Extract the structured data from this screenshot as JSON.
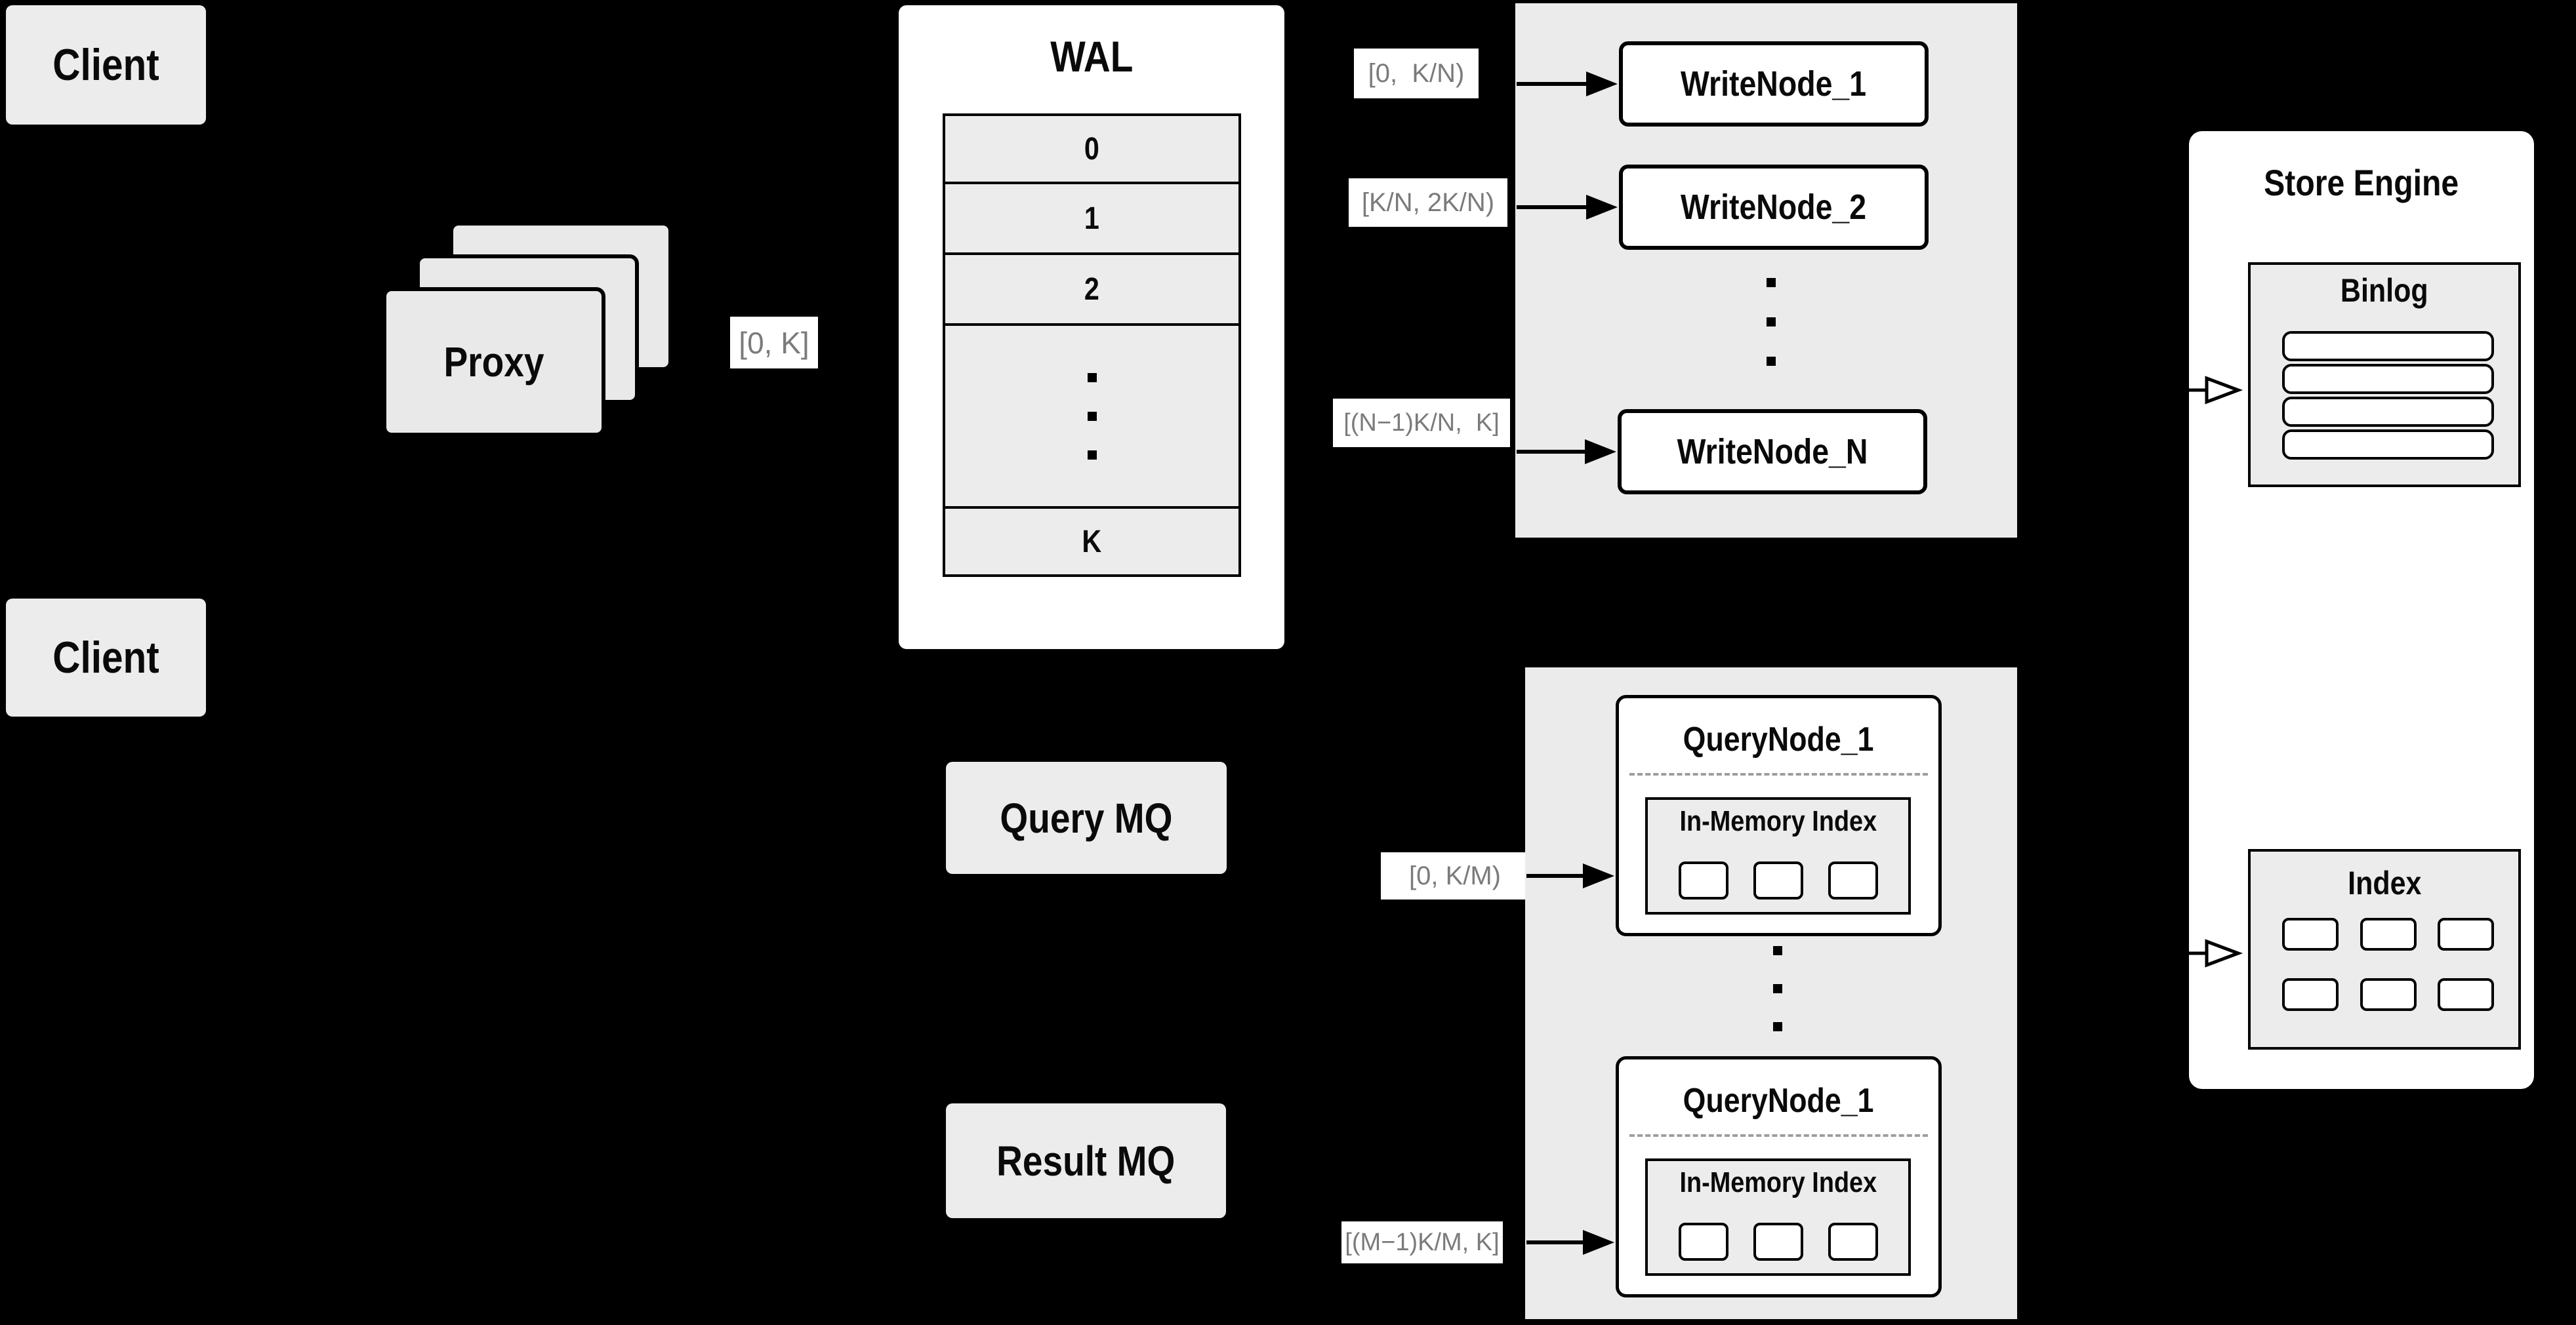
{
  "colors": {
    "background": "#000000",
    "box_fill": "#ececec",
    "container_fill": "#ebebeb",
    "node_fill": "#ffffff",
    "border": "#000000",
    "edge_label_text": "#7b7b7b",
    "dashed_divider": "#9e9e9e"
  },
  "clients": [
    {
      "label": "Client"
    },
    {
      "label": "Client"
    }
  ],
  "proxy": {
    "label": "Proxy"
  },
  "wal": {
    "title": "WAL",
    "segments": [
      "0",
      "1",
      "2"
    ],
    "last_segment": "K"
  },
  "write_nodes": {
    "items": [
      "WriteNode_1",
      "WriteNode_2",
      "WriteNode_N"
    ]
  },
  "store_engine": {
    "title": "Store Engine",
    "binlog": {
      "title": "Binlog"
    },
    "index": {
      "title": "Index"
    }
  },
  "mq": {
    "query_label": "Query MQ",
    "result_label": "Result MQ"
  },
  "query_nodes": {
    "nodes": [
      {
        "title": "QueryNode_1",
        "index_label": "In-Memory Index"
      },
      {
        "title": "QueryNode_1",
        "index_label": "In-Memory Index"
      }
    ]
  },
  "edge_labels": {
    "client_to_wal": "[0, K]",
    "wal_to_write_1": "[0,  K/N)",
    "wal_to_write_2": "[K/N, 2K/N)",
    "wal_to_write_n": "[(N−1)K/N,  K]",
    "query_to_node_1": "[0, K/M)",
    "result_to_node_m": "[(M−1)K/M, K]"
  }
}
